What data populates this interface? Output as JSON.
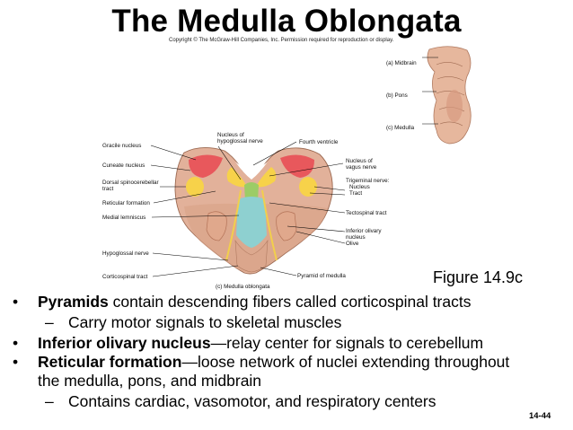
{
  "title": "The Medulla Oblongata",
  "copyright": "Copyright © The McGraw-Hill Companies, Inc. Permission required for reproduction or display.",
  "inset_labels": {
    "midbrain": "(a) Midbrain",
    "pons": "(b) Pons",
    "medulla": "(c) Medulla"
  },
  "labels": {
    "nucleus_hypoglossal_1": "Nucleus of",
    "nucleus_hypoglossal_2": "hypoglossal nerve",
    "fourth_ventricle": "Fourth ventricle",
    "gracile_nucleus": "Gracile nucleus",
    "cuneate_nucleus": "Cuneate nucleus",
    "dorsal_spinocerebellar_1": "Dorsal spinocerebellar",
    "dorsal_spinocerebellar_2": "tract",
    "reticular_formation": "Reticular formation",
    "medial_lemniscus": "Medial lemniscus",
    "hypoglossal_nerve": "Hypoglossal nerve",
    "corticospinal_tract": "Corticospinal tract",
    "nucleus_vagus_1": "Nucleus of",
    "nucleus_vagus_2": "vagus nerve",
    "trigeminal_nerve": "Trigeminal nerve:",
    "trigeminal_nucleus": "Nucleus",
    "trigeminal_tract": "Tract",
    "tectospinal_tract": "Tectospinal tract",
    "inferior_olivary_1": "Inferior olivary",
    "inferior_olivary_2": "nucleus",
    "olive": "Olive",
    "pyramid_of_medulla": "Pyramid of medulla",
    "caption": "(c) Medulla oblongata"
  },
  "figure_ref": "Figure 14.9c",
  "bullets": [
    {
      "bold": "Pyramids",
      "text": " contain descending fibers called corticospinal tracts"
    },
    {
      "sub": "Carry motor signals to skeletal muscles"
    },
    {
      "bold": "Inferior olivary nucleus",
      "text": "—relay center for signals to cerebellum"
    },
    {
      "bold": "Reticular formation",
      "text": "—loose network of nuclei extending throughout",
      "text2": "the medulla, pons, and midbrain"
    },
    {
      "sub": "Contains cardiac, vasomotor, and respiratory centers"
    }
  ],
  "bullet_glyph": "•",
  "dash_glyph": "–",
  "page_number": "14-44",
  "colors": {
    "tissue": "#c98a70",
    "tissue_light": "#e2b19a",
    "gracile": "#e8585c",
    "yellow": "#f7d24a",
    "lemniscus": "#8ed0d0",
    "green": "#9ccc66",
    "leader": "#000000"
  }
}
